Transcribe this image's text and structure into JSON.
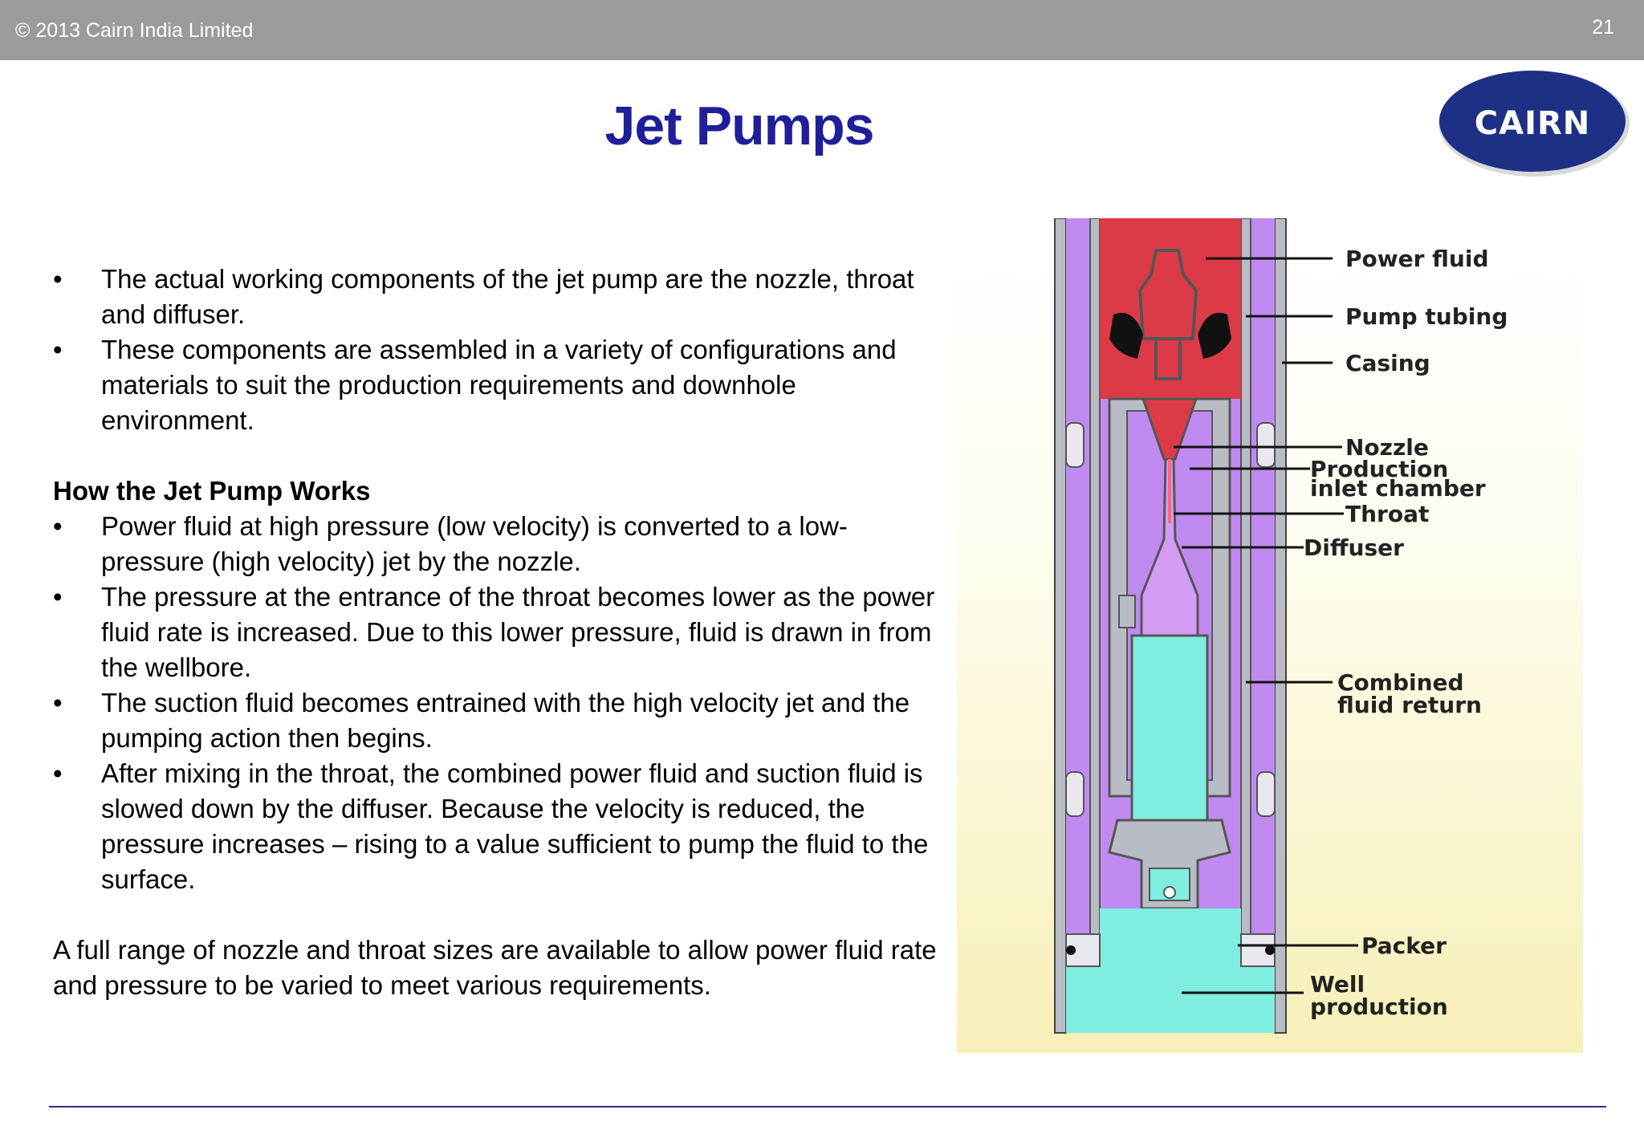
{
  "header": {
    "copyright": "© 2013 Cairn India Limited",
    "page_number": "21"
  },
  "logo": {
    "text": "CAIRN"
  },
  "title": "Jet Pumps",
  "intro_bullets": [
    "The actual working components of the jet pump are the nozzle, throat and diffuser.",
    "These components are assembled in a variety of configurations and materials to suit the production requirements and downhole environment."
  ],
  "section": {
    "heading": "How the Jet Pump Works",
    "bullets": [
      "Power fluid at high pressure (low velocity) is converted to a low-pressure (high velocity) jet by the nozzle.",
      "The pressure at the entrance of the throat becomes lower as the power fluid rate is increased. Due to this lower pressure, fluid is drawn in from the wellbore.",
      "The suction fluid becomes entrained with the high velocity jet and the pumping action then begins.",
      "After mixing in the throat, the combined power fluid and suction fluid is slowed down by the diffuser. Because the velocity is reduced, the pressure increases – rising to a value sufficient to pump the fluid to the surface."
    ]
  },
  "closing": "A full range of nozzle and throat sizes are available to allow power fluid rate and pressure to be varied to meet various requirements.",
  "bullet_glyph": "•",
  "diagram": {
    "labels": {
      "power_fluid": "Power fluid",
      "pump_tubing": "Pump tubing",
      "casing": "Casing",
      "nozzle": "Nozzle",
      "production_1": "Production",
      "production_2": "inlet chamber",
      "throat": "Throat",
      "diffuser": "Diffuser",
      "combined_1": "Combined",
      "combined_2": "fluid return",
      "packer": "Packer",
      "well_1": "Well",
      "well_2": "production"
    },
    "colors": {
      "power_fluid": "#dd3a48",
      "annulus": "#c08af0",
      "production": "#7fede0",
      "metal": "#b8bcc4"
    }
  },
  "colors": {
    "title": "#1f1f99",
    "topbar": "#9b9b9b",
    "logo": "#1e2f86",
    "rule": "#2b2f8a"
  }
}
